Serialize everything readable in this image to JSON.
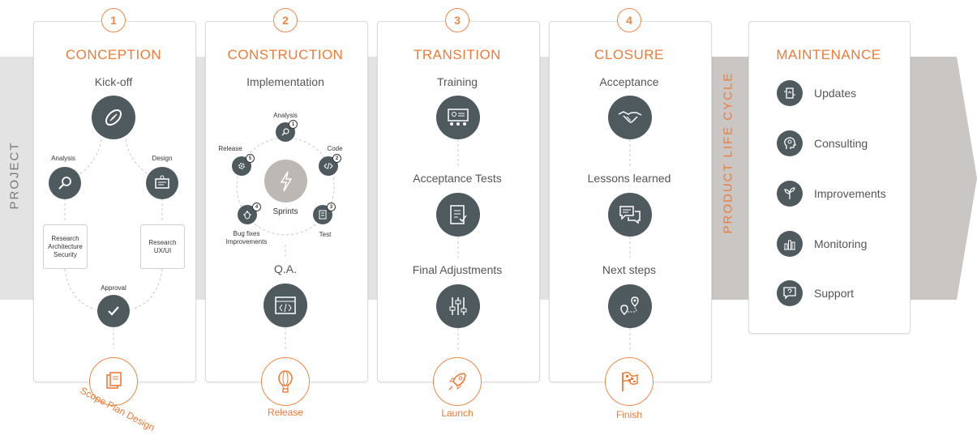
{
  "side_labels": {
    "project": "PROJECT",
    "lifecycle": "PRODUCT LIFE CYCLE"
  },
  "phases": [
    {
      "number": "1",
      "title": "CONCEPTION",
      "top": "Kick-off",
      "analysis": "Analysis",
      "design": "Design",
      "box_left": "Research Architecture Security",
      "box_right": "Research UX/UI",
      "approval": "Approval",
      "outcome": "Scope Plan Design"
    },
    {
      "number": "2",
      "title": "CONSTRUCTION",
      "top": "Implementation",
      "cycle": {
        "analysis": "Analysis",
        "code": "Code",
        "test": "Test",
        "bugfixes": "Bug fixes Improvements",
        "release": "Release",
        "center": "Sprints",
        "n1": "1",
        "n2": "2",
        "n3": "3",
        "n4": "4",
        "n5": "5"
      },
      "qa": "Q.A.",
      "outcome": "Release"
    },
    {
      "number": "3",
      "title": "TRANSITION",
      "steps": [
        "Training",
        "Acceptance Tests",
        "Final Adjustments"
      ],
      "outcome": "Launch"
    },
    {
      "number": "4",
      "title": "CLOSURE",
      "steps": [
        "Acceptance",
        "Lessons learned",
        "Next steps"
      ],
      "outcome": "Finish"
    }
  ],
  "maintenance": {
    "title": "MAINTENANCE",
    "items": [
      "Updates",
      "Consulting",
      "Improvements",
      "Monitoring",
      "Support"
    ]
  },
  "colors": {
    "accent": "#f07a38",
    "icon_bg": "#4f5a5e",
    "band": "#e3e3e3",
    "arrow": "#c9c6c3",
    "sprint": "#bdb8b3"
  }
}
